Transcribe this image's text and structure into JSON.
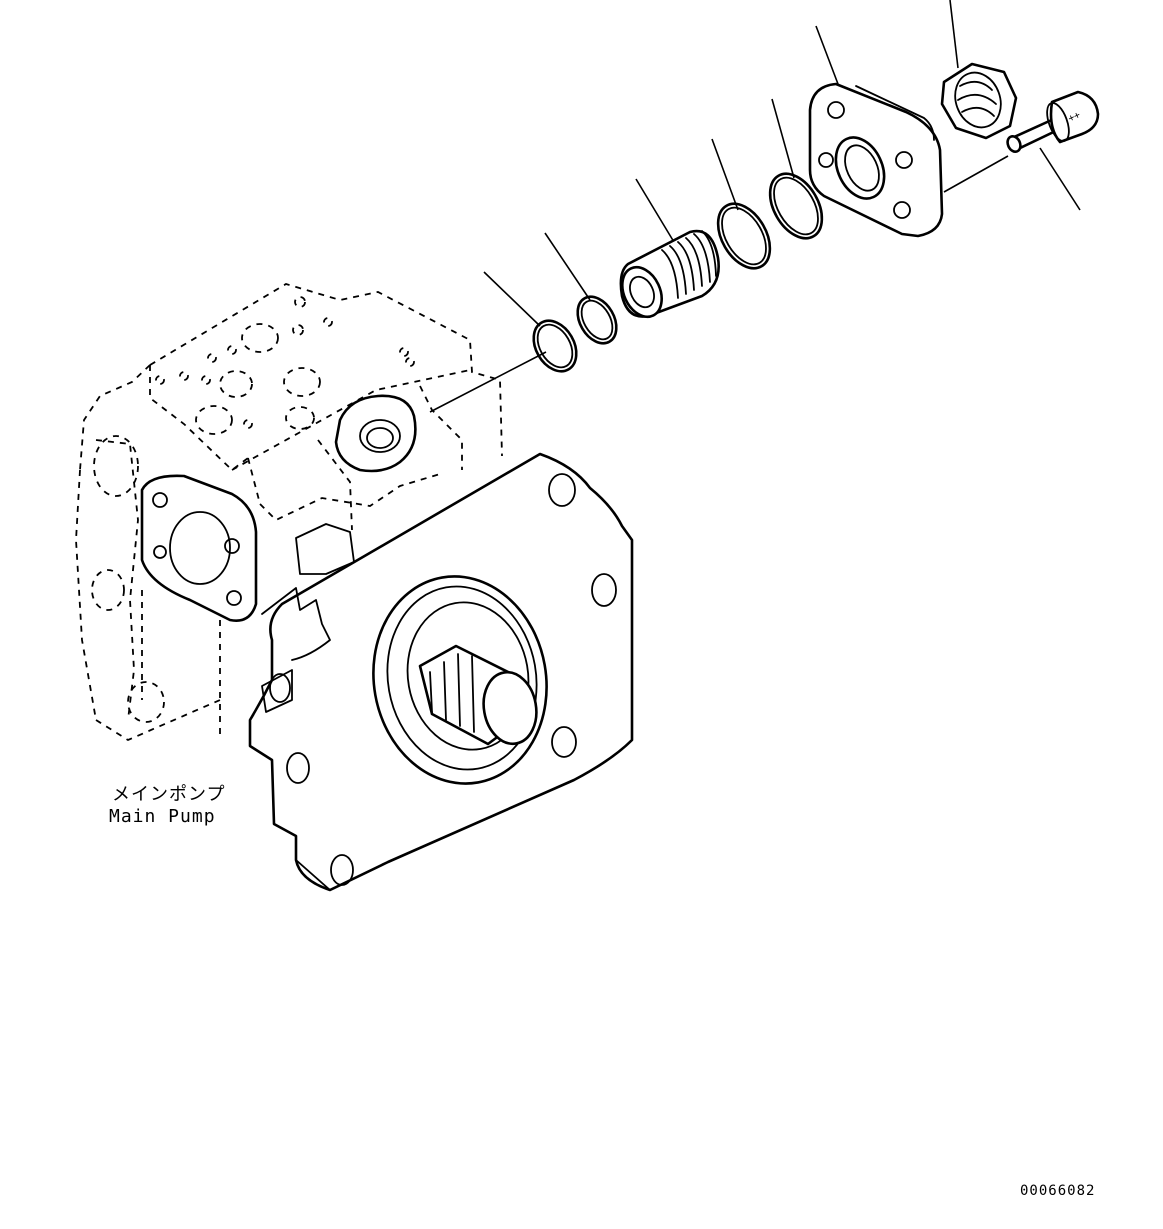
{
  "diagram": {
    "component_label_jp": "メインポンプ",
    "component_label_en": "Main Pump",
    "drawing_number": "00066082"
  }
}
